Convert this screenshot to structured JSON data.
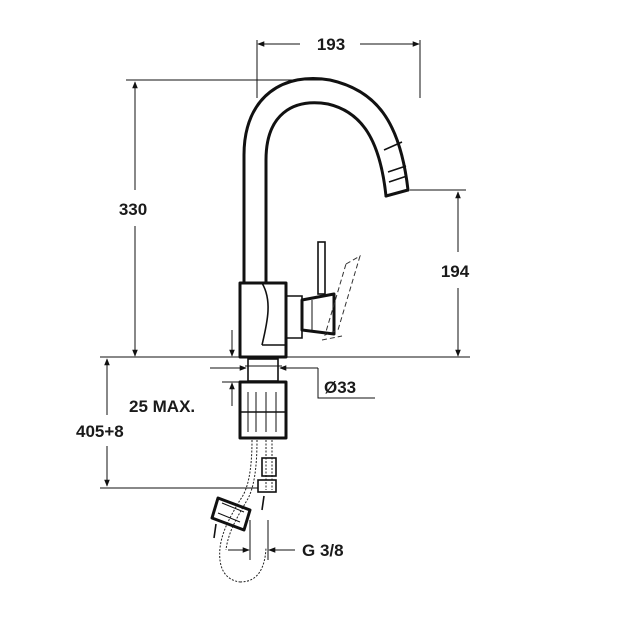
{
  "dimensions": {
    "spout_reach": "193",
    "total_height": "330",
    "spout_height": "194",
    "deck_thickness": "25 MAX.",
    "hose_length": "405+8",
    "base_diameter": "Ø33",
    "thread": "G 3/8"
  },
  "colors": {
    "line": "#111111",
    "background": "#ffffff"
  }
}
